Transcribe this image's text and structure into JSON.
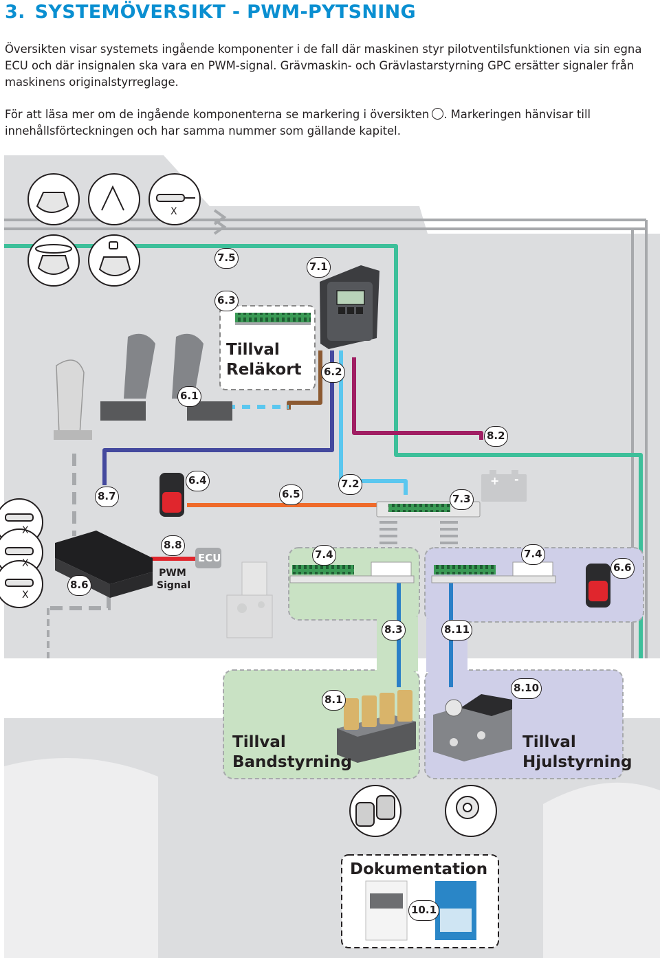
{
  "heading": {
    "number": "3.",
    "title": "SYSTEMÖVERSIKT - PWM-PYTSNING"
  },
  "intro": {
    "p1": "Översikten visar systemets ingående komponenter i de fall där maskinen styr pilotventilsfunktionen via sin egna ECU och där insignalen ska vara en PWM-signal. Grävmaskin- och Grävlastarstyrning GPC ersätter signaler från maskinens originalstyrreglage.",
    "p2_part1": "För att läsa mer om de ingående komponenterna se markering i översikten",
    "p2_part2": ". Markeringen hänvisar till innehållsförteckningen och har samma nummer som gällande kapitel."
  },
  "markers": {
    "m7_5": "7.5",
    "m7_1": "7.1",
    "m6_3": "6.3",
    "m6_2": "6.2",
    "m6_1": "6.1",
    "m8_2": "8.2",
    "m8_7": "8.7",
    "m6_4": "6.4",
    "m6_5": "6.5",
    "m7_2": "7.2",
    "m7_3": "7.3",
    "m8_8": "8.8",
    "m8_6": "8.6",
    "m7_4a": "7.4",
    "m7_4b": "7.4",
    "m6_6": "6.6",
    "m8_3": "8.3",
    "m8_11": "8.11",
    "m8_10": "8.10",
    "m8_1": "8.1",
    "m10_1": "10.1"
  },
  "labels": {
    "relay_line1": "Tillval",
    "relay_line2": "Reläkort",
    "track_line1": "Tillval",
    "track_line2": "Bandstyrning",
    "wheel_line1": "Tillval",
    "wheel_line2": "Hjulstyrning",
    "documentation": "Dokumentation",
    "pwm_line1": "PWM",
    "pwm_line2": "Signal",
    "ecu": "ECU",
    "x1": "X",
    "x2": "X",
    "x3": "X",
    "x4": "X",
    "battery_plus": "+",
    "battery_minus": "-"
  },
  "colors": {
    "heading": "#0a8fd1",
    "cable_green": "#3dbf9a",
    "cable_magenta": "#a01e63",
    "cable_navy": "#44499e",
    "cable_lightblue": "#5bc7ef",
    "cable_orange": "#ef6a2a",
    "cable_brown": "#8c5a32",
    "cable_blue": "#2a7fc7",
    "cable_red": "#e0262d",
    "machine_grey": "#dcdddf",
    "track_zone": "#c9e2c4",
    "wheel_zone": "#cfcfe8"
  }
}
